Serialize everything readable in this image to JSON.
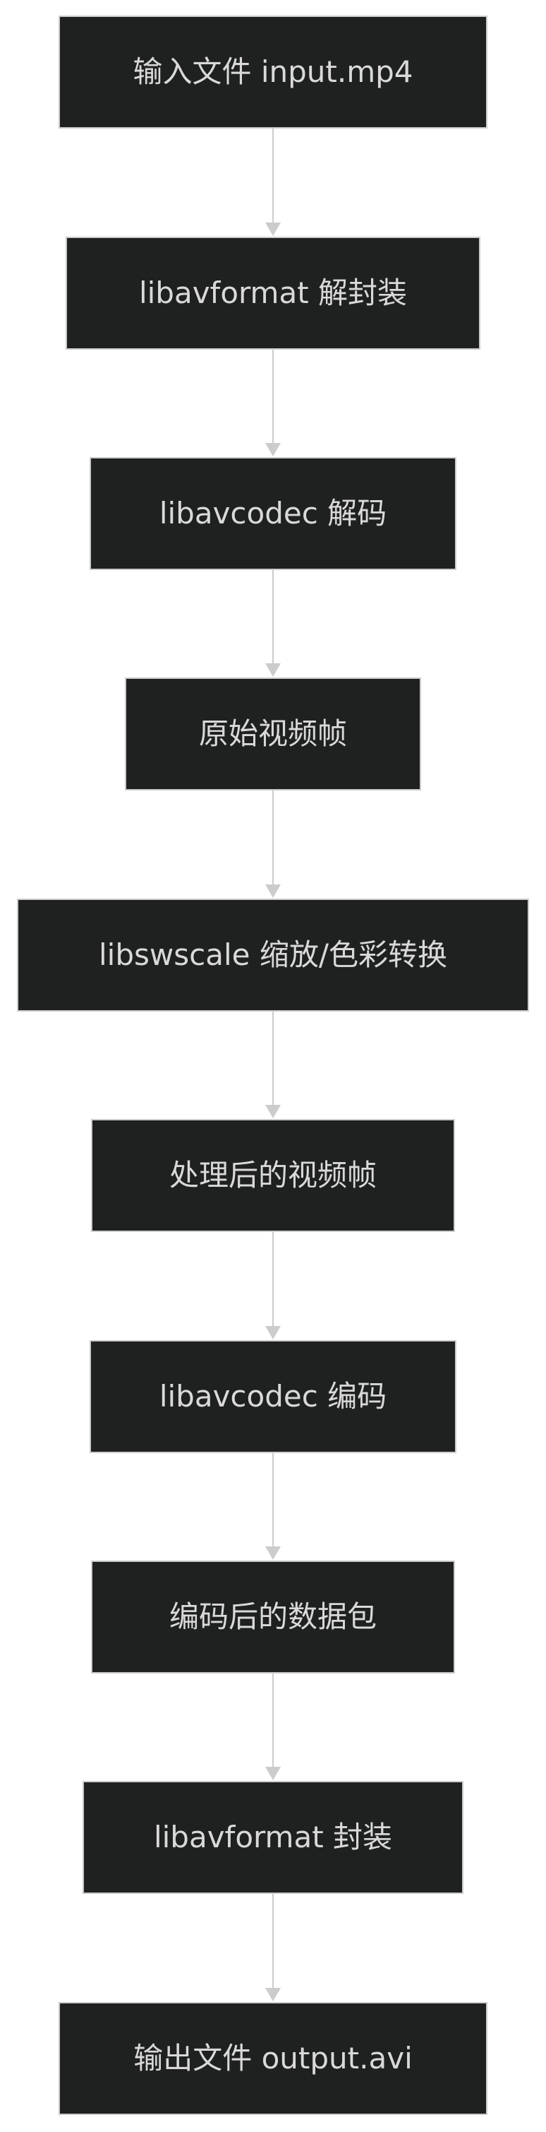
{
  "flowchart": {
    "nodes": [
      {
        "id": "input",
        "label": "输入文件 input.mp4"
      },
      {
        "id": "demux",
        "label": "libavformat 解封装"
      },
      {
        "id": "decode",
        "label": "libavcodec 解码"
      },
      {
        "id": "raw_frame",
        "label": "原始视频帧"
      },
      {
        "id": "scale",
        "label": "libswscale 缩放/色彩转换"
      },
      {
        "id": "processed_frame",
        "label": "处理后的视频帧"
      },
      {
        "id": "encode",
        "label": "libavcodec 编码"
      },
      {
        "id": "packet",
        "label": "编码后的数据包"
      },
      {
        "id": "mux",
        "label": "libavformat 封装"
      },
      {
        "id": "output",
        "label": "输出文件 output.avi"
      }
    ],
    "edges": [
      {
        "from": "input",
        "to": "demux"
      },
      {
        "from": "demux",
        "to": "decode"
      },
      {
        "from": "decode",
        "to": "raw_frame"
      },
      {
        "from": "raw_frame",
        "to": "scale"
      },
      {
        "from": "scale",
        "to": "processed_frame"
      },
      {
        "from": "processed_frame",
        "to": "encode"
      },
      {
        "from": "encode",
        "to": "packet"
      },
      {
        "from": "packet",
        "to": "mux"
      },
      {
        "from": "mux",
        "to": "output"
      }
    ],
    "colors": {
      "node_fill": "#1f2020",
      "node_border": "#cccccc",
      "node_text": "#d9d9d9",
      "edge": "#cccccc",
      "background": "#ffffff"
    }
  }
}
